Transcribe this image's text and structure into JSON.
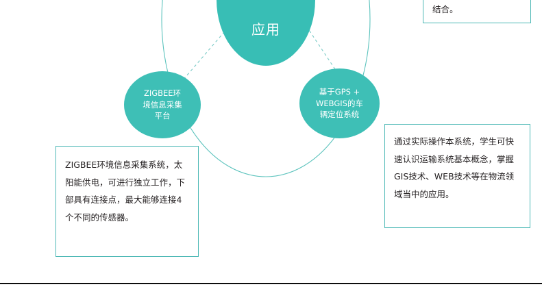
{
  "page": {
    "background_color": "#ffffff",
    "accent_color": "#38beb5",
    "outline_color": "#49b7b4",
    "text_color": "#231f20",
    "rule_color": "#0d0d0d"
  },
  "diagram": {
    "type": "venn-style concept diagram",
    "nodes": [
      {
        "id": "top",
        "label": "应用",
        "note": "large teal ellipse, cropped by top edge of the slide"
      },
      {
        "id": "left",
        "label": "ZIGBEE环\n境信息采集\n平台"
      },
      {
        "id": "right",
        "label": "基于GPS +\nWEBGIS的车\n辆定位系统"
      }
    ],
    "connectors": [
      {
        "from": "top",
        "to": "left",
        "style": "dashed"
      },
      {
        "from": "top",
        "to": "right",
        "style": "dashed"
      },
      {
        "id": "big-circle-outline",
        "style": "solid"
      }
    ]
  },
  "callouts": {
    "left": {
      "text": "ZIGBEE环境信息采集系统，太阳能供电，可进行独立工作，下部具有连接点，最大能够连接4个不同的传感器。"
    },
    "right": {
      "text": "通过实际操作本系统，学生可快速认识运输系统基本概念，掌握GIS技术、WEB技术等在物流领域当中的应用。"
    },
    "top_right": {
      "text": "结合。"
    }
  }
}
